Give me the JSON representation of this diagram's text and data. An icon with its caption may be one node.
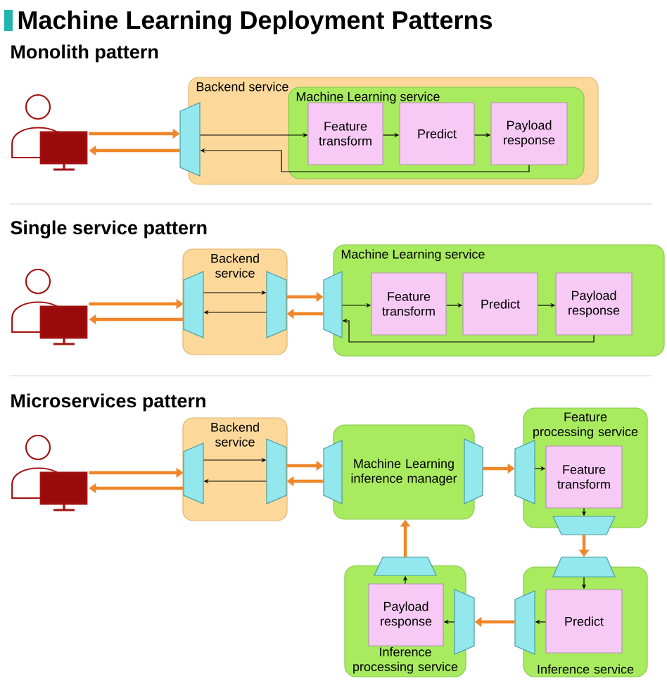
{
  "diagram": {
    "title": "Machine Learning Deployment Patterns",
    "nodes": [
      {
        "text": [],
        "shape": "person"
      },
      {
        "text": [
          "Backend service"
        ]
      },
      {
        "text": [],
        "shape": "trapezoid"
      },
      {
        "text": [
          "Machine Learning service"
        ],
        "in": 1
      },
      {
        "text": [
          "Feature transform"
        ],
        "in": 3
      },
      {
        "text": [
          "Predict"
        ],
        "in": 3
      },
      {
        "text": [
          "Payload response"
        ],
        "in": 3
      },
      {
        "text": [],
        "shape": "person"
      },
      {
        "text": [
          "Backend service"
        ]
      },
      {
        "text": [],
        "shape": "trapezoid",
        "in": 8
      },
      {
        "text": [],
        "shape": "trapezoid",
        "in": 8
      },
      {
        "text": [
          "Machine Learning service"
        ]
      },
      {
        "text": [],
        "shape": "trapezoid"
      },
      {
        "text": [
          "Feature transform"
        ],
        "in": 11
      },
      {
        "text": [
          "Predict"
        ],
        "in": 11
      },
      {
        "text": [
          "Payload response"
        ],
        "in": 11
      },
      {
        "text": [],
        "shape": "person"
      },
      {
        "text": [
          "Backend service"
        ]
      },
      {
        "text": [],
        "shape": "trapezoid",
        "in": 17
      },
      {
        "text": [],
        "shape": "trapezoid",
        "in": 17
      },
      {
        "text": [
          "Machine Learning inference manager"
        ]
      },
      {
        "text": [],
        "shape": "trapezoid"
      },
      {
        "text": [],
        "shape": "trapezoid"
      },
      {
        "text": [
          "Feature processing service"
        ]
      },
      {
        "text": [],
        "shape": "trapezoid"
      },
      {
        "text": [
          "Feature transform"
        ],
        "in": 23
      },
      {
        "text": [],
        "shape": "trapezoid"
      },
      {
        "text": [
          "Inference service"
        ]
      },
      {
        "text": [],
        "shape": "trapezoid"
      },
      {
        "text": [],
        "shape": "trapezoid"
      },
      {
        "text": [
          "Predict"
        ],
        "in": 27
      },
      {
        "text": [
          "Inference processing service"
        ]
      },
      {
        "text": [],
        "shape": "trapezoid"
      },
      {
        "text": [],
        "shape": "trapezoid"
      },
      {
        "text": [
          "Payload response"
        ],
        "in": 31
      }
    ],
    "edges": [
      {
        "from": 0,
        "to": 2,
        "arrow": "to",
        "style": "thick",
        "color": "#f0862a"
      },
      {
        "from": 2,
        "to": 0,
        "arrow": "to",
        "style": "thick",
        "color": "#f0862a"
      },
      {
        "from": 2,
        "to": 4,
        "arrow": "to"
      },
      {
        "from": 4,
        "to": 5,
        "arrow": "to"
      },
      {
        "from": 5,
        "to": 6,
        "arrow": "to"
      },
      {
        "from": 6,
        "to": 2,
        "arrow": "to"
      },
      {
        "from": 7,
        "to": 9,
        "arrow": "to",
        "style": "thick",
        "color": "#f0862a"
      },
      {
        "from": 9,
        "to": 7,
        "arrow": "to",
        "style": "thick",
        "color": "#f0862a"
      },
      {
        "from": 9,
        "to": 10,
        "arrow": "to"
      },
      {
        "from": 10,
        "to": 9,
        "arrow": "to"
      },
      {
        "from": 10,
        "to": 12,
        "arrow": "to",
        "style": "thick",
        "color": "#f0862a"
      },
      {
        "from": 12,
        "to": 10,
        "arrow": "to",
        "style": "thick",
        "color": "#f0862a"
      },
      {
        "from": 12,
        "to": 13,
        "arrow": "to"
      },
      {
        "from": 13,
        "to": 14,
        "arrow": "to"
      },
      {
        "from": 14,
        "to": 15,
        "arrow": "to"
      },
      {
        "from": 15,
        "to": 12,
        "arrow": "to"
      },
      {
        "from": 16,
        "to": 18,
        "arrow": "to",
        "style": "thick",
        "color": "#f0862a"
      },
      {
        "from": 18,
        "to": 16,
        "arrow": "to",
        "style": "thick",
        "color": "#f0862a"
      },
      {
        "from": 18,
        "to": 19,
        "arrow": "to"
      },
      {
        "from": 19,
        "to": 18,
        "arrow": "to"
      },
      {
        "from": 19,
        "to": 21,
        "arrow": "to",
        "style": "thick",
        "color": "#f0862a"
      },
      {
        "from": 21,
        "to": 19,
        "arrow": "to",
        "style": "thick",
        "color": "#f0862a"
      },
      {
        "from": 22,
        "to": 24,
        "arrow": "to",
        "style": "thick",
        "color": "#f0862a"
      },
      {
        "from": 24,
        "to": 25,
        "arrow": "to"
      },
      {
        "from": 25,
        "to": 26,
        "arrow": "to"
      },
      {
        "from": 26,
        "to": 28,
        "arrow": "to",
        "style": "thick",
        "color": "#f0862a"
      },
      {
        "from": 28,
        "to": 30,
        "arrow": "to"
      },
      {
        "from": 30,
        "to": 29,
        "arrow": "to"
      },
      {
        "from": 29,
        "to": 33,
        "arrow": "to",
        "style": "thick",
        "color": "#f0862a"
      },
      {
        "from": 33,
        "to": 34,
        "arrow": "to"
      },
      {
        "from": 34,
        "to": 32,
        "arrow": "to"
      },
      {
        "from": 32,
        "to": 20,
        "arrow": "to",
        "style": "thick",
        "color": "#f0862a"
      }
    ],
    "labels": [
      "Monolith pattern",
      "Single service pattern",
      "Microservices pattern"
    ]
  }
}
